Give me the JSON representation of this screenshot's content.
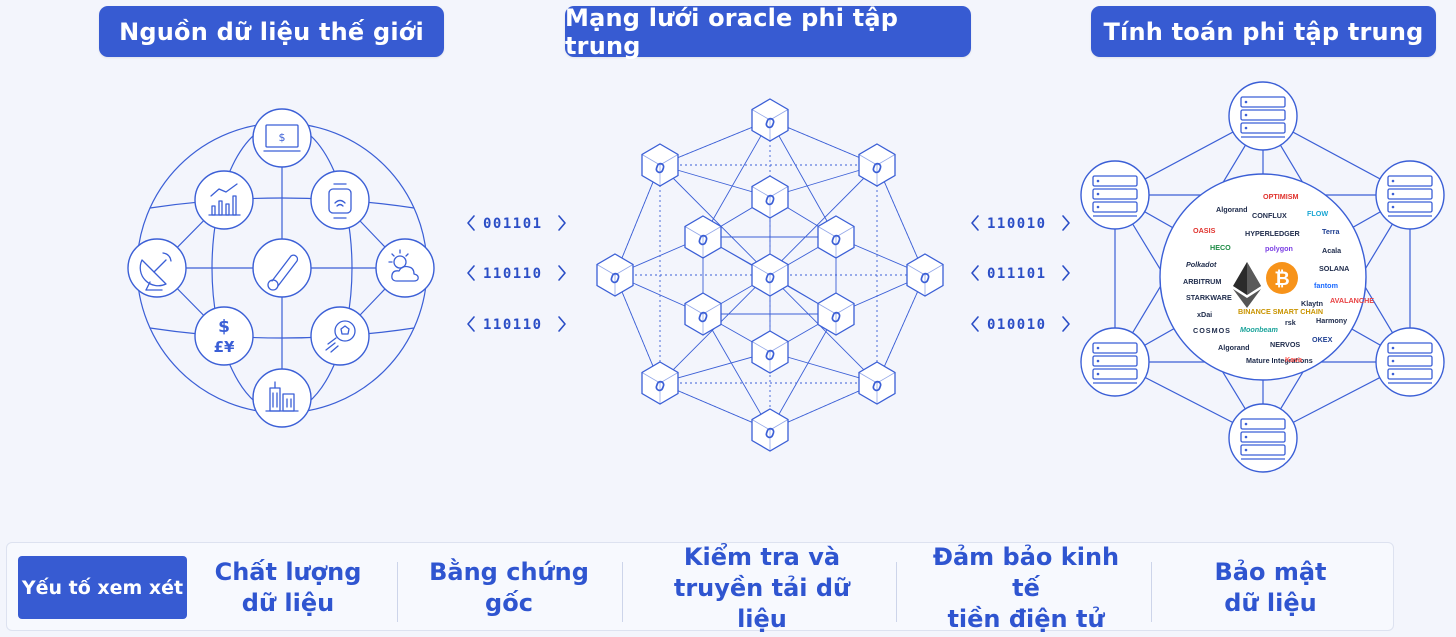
{
  "titles": {
    "world_data": "Nguồn dữ liệu thế giới",
    "oracle_network": "Mạng lưới oracle phi tập trung",
    "decentralized_compute": "Tính toán phi tập trung"
  },
  "bits_left": [
    "001101",
    "110110",
    "110110"
  ],
  "bits_right": [
    "110010",
    "011101",
    "010010"
  ],
  "center_logos": [
    "OPTIMISM",
    "Algorand",
    "CONFLUX",
    "FLOW",
    "OASIS",
    "HYPERLEDGER",
    "Terra",
    "HECO",
    "polygon",
    "Acala",
    "Polkadot",
    "SOLANA",
    "ARBITRUM",
    "fantom",
    "STARKWARE",
    "BINANCE SMART CHAIN",
    "Klaytn",
    "AVALANCHE",
    "xDai",
    "rsk",
    "Harmony",
    "COSMOS",
    "Moonbeam",
    "OKEX",
    "Algorand",
    "NERVOS",
    "Mature Integrations",
    "Kava"
  ],
  "bottom": {
    "factor_label": "Yếu tố xem xét",
    "columns": [
      {
        "line1": "Chất lượng",
        "line2": "dữ liệu"
      },
      {
        "line1": "Bằng chứng",
        "line2": "gốc"
      },
      {
        "line1": "Kiểm tra và",
        "line2": "truyền tải dữ liệu"
      },
      {
        "line1": "Đảm bảo kinh tế",
        "line2": "tiền điện tử"
      },
      {
        "line1": "Bảo mật",
        "line2": "dữ liệu"
      }
    ]
  },
  "colors": {
    "accent": "#375bd2",
    "line": "#3b5fd6",
    "background": "#f3f5fc"
  }
}
